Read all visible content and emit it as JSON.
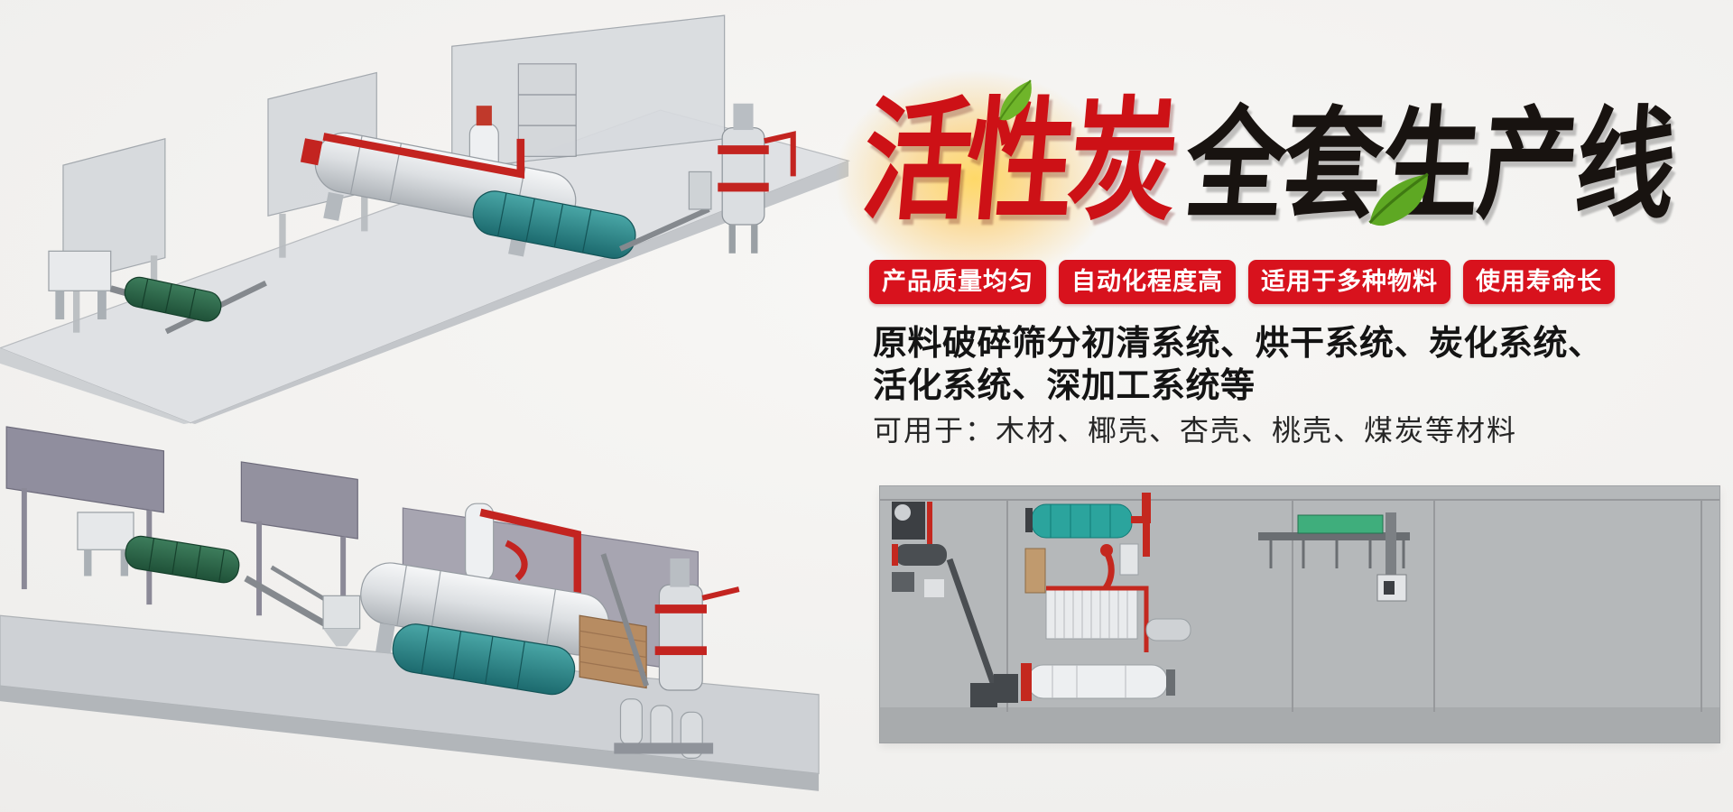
{
  "banner": {
    "title": {
      "highlight": "活性炭",
      "rest": "全套生产线"
    },
    "badges": [
      "产品质量均匀",
      "自动化程度高",
      "适用于多种物料",
      "使用寿命长"
    ],
    "description": {
      "line1": "原料破碎筛分初清系统、烘干系统、炭化系统、",
      "line2": "活化系统、深加工系统等"
    },
    "materials": "可用于：木材、椰壳、杏壳、桃壳、煤炭等材料",
    "colors": {
      "accent_red": "#d8121d",
      "title_red": "#cd1116",
      "title_black": "#181310",
      "teal_drum": "#2ba49d",
      "green_drum": "#2f7d52",
      "background": "#f0efed",
      "panorama_bg": "#b5b8ba"
    }
  }
}
